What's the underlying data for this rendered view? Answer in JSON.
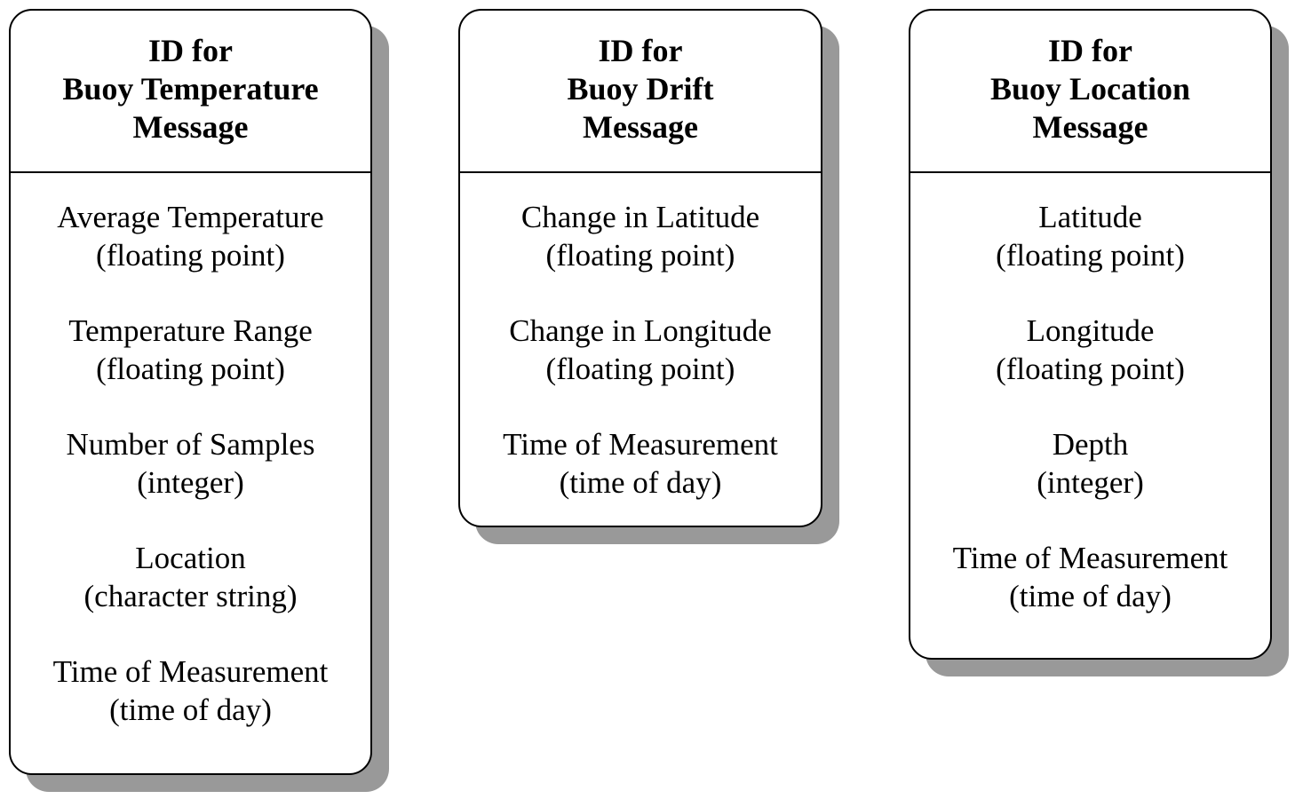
{
  "boxes": [
    {
      "title_lines": [
        "ID for",
        "Buoy Temperature",
        "Message"
      ],
      "fields": [
        {
          "name": "Average Temperature",
          "type": "(floating point)"
        },
        {
          "name": "Temperature Range",
          "type": "(floating point)"
        },
        {
          "name": "Number of Samples",
          "type": "(integer)"
        },
        {
          "name": "Location",
          "type": "(character string)"
        },
        {
          "name": "Time of Measurement",
          "type": "(time of day)"
        }
      ]
    },
    {
      "title_lines": [
        "ID for",
        "Buoy Drift",
        "Message"
      ],
      "fields": [
        {
          "name": "Change in Latitude",
          "type": "(floating point)"
        },
        {
          "name": "Change in Longitude",
          "type": "(floating point)"
        },
        {
          "name": "Time of Measurement",
          "type": "(time of day)"
        }
      ]
    },
    {
      "title_lines": [
        "ID for",
        "Buoy Location",
        "Message"
      ],
      "fields": [
        {
          "name": "Latitude",
          "type": "(floating point)"
        },
        {
          "name": "Longitude",
          "type": "(floating point)"
        },
        {
          "name": "Depth",
          "type": "(integer)"
        },
        {
          "name": "Time of Measurement",
          "type": "(time of day)"
        }
      ]
    }
  ],
  "colors": {
    "border": "#000000",
    "shadow": "#999999",
    "background": "#ffffff",
    "text": "#000000"
  }
}
